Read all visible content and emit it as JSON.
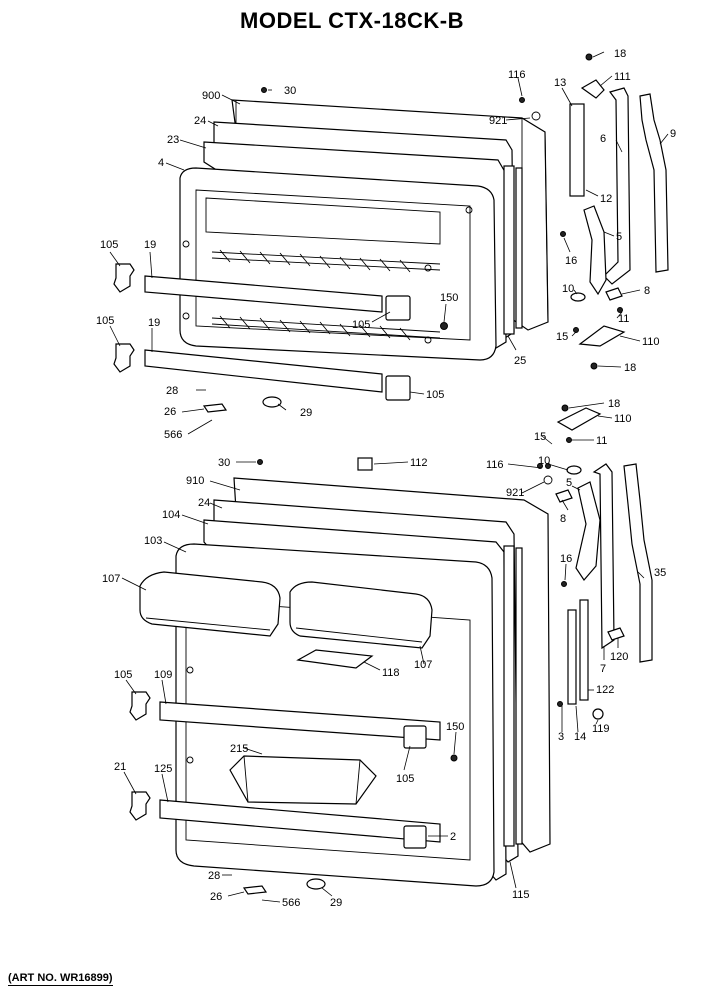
{
  "title": "MODEL CTX-18CK-B",
  "art_no": "(ART NO. WR16899)",
  "callouts": {
    "c900": "900",
    "c30a": "30",
    "c24a": "24",
    "c23": "23",
    "c4": "4",
    "c116a": "116",
    "c921a": "921",
    "c13": "13",
    "c18a": "18",
    "c111": "111",
    "c6": "6",
    "c9": "9",
    "c12": "12",
    "c5a": "5",
    "c16a": "16",
    "c11a": "11",
    "c10a": "10",
    "c8a": "8",
    "c15a": "15",
    "c110a": "110",
    "c18b": "18",
    "c105a": "105",
    "c19a": "19",
    "c105b": "105",
    "c19b": "19",
    "c150a": "150",
    "c105c": "105",
    "c25": "25",
    "c28a": "28",
    "c105d": "105",
    "c26a": "26",
    "c29a": "29",
    "c566a": "566",
    "c18c": "18",
    "c110b": "110",
    "c15b": "15",
    "c11b": "11",
    "c30b": "30",
    "c112": "112",
    "c116b": "116",
    "c10b": "10",
    "c910": "910",
    "c921b": "921",
    "c5b": "5",
    "c8b": "8",
    "c24b": "24",
    "c104": "104",
    "c103": "103",
    "c107a": "107",
    "c16b": "16",
    "c35": "35",
    "c107b": "107",
    "c118": "118",
    "c120": "120",
    "c7": "7",
    "c105e": "105",
    "c109": "109",
    "c122": "122",
    "c3": "3",
    "c14": "14",
    "c119": "119",
    "c150b": "150",
    "c215": "215",
    "c105f": "105",
    "c21": "21",
    "c125": "125",
    "c2": "2",
    "c28b": "28",
    "c115": "115",
    "c26b": "26",
    "c566b": "566",
    "c29b": "29"
  }
}
